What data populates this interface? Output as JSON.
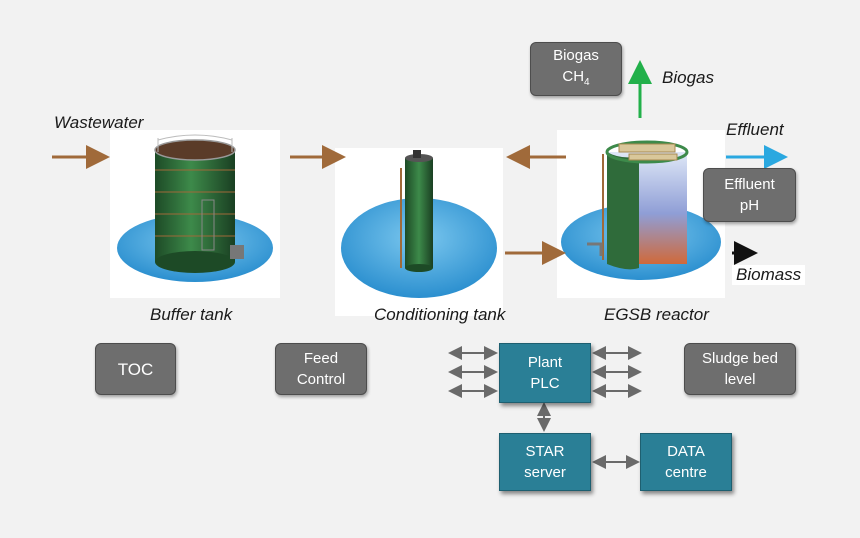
{
  "labels": {
    "wastewater": "Wastewater",
    "biogas_arrow": "Biogas",
    "effluent_arrow": "Effluent",
    "biomass": "Biomass",
    "buffer_tank": "Buffer tank",
    "conditioning_tank": "Conditioning tank",
    "egsb_reactor": "EGSB reactor"
  },
  "boxes": {
    "biogas_line1": "Biogas",
    "biogas_line2_base": "CH",
    "biogas_line2_sub": "4",
    "effluent_ph": "Effluent\npH",
    "toc": "TOC",
    "feed_control": "Feed\nControl",
    "sludge_bed_level": "Sludge bed\nlevel",
    "plant_plc": "Plant\nPLC",
    "star_server": "STAR\nserver",
    "data_centre": "DATA\ncentre"
  },
  "colors": {
    "flow_arrow": "#a06a3a",
    "biogas_arrow": "#22b04a",
    "effluent_arrow": "#2aa8e0",
    "biomass_arrow": "#111111",
    "signal_arrow": "#6a6a6a",
    "gray_box": "#6e6e6e",
    "teal_box": "#2a7f96",
    "tank_green": "#2f6b3a",
    "tank_base_blue": "#3a9fd8"
  },
  "icons": {
    "buffer_tank": "buffer-tank-illustration",
    "conditioning_tank": "conditioning-tank-illustration",
    "egsb_reactor": "egsb-reactor-illustration"
  }
}
